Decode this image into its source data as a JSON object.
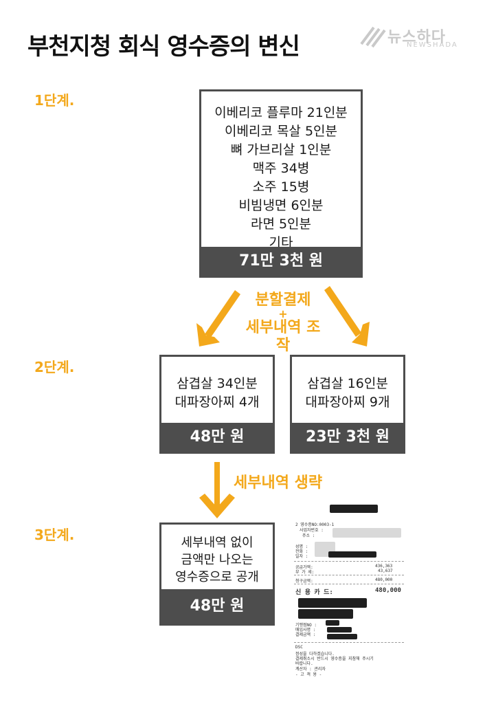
{
  "title": "부천지청 회식 영수증의 변신",
  "logo": {
    "text_ko": "뉴스하다",
    "text_en": "NEWSHADA"
  },
  "steps": [
    "1단계.",
    "2단계.",
    "3단계."
  ],
  "step1": {
    "items": [
      "이베리코 플루마 21인분",
      "이베리코 목살 5인분",
      "뼈 가브리살 1인분",
      "맥주 34병",
      "소주 15병",
      "비빔냉면 6인분",
      "라면 5인분",
      "기타"
    ],
    "total": "71만 3천 원"
  },
  "split_label": {
    "line1": "분할결제",
    "plus": "+",
    "line2": "세부내역 조작"
  },
  "step2": {
    "left": {
      "items": [
        "삼겹살 34인분",
        "대파장아찌 4개"
      ],
      "total": "48만 원"
    },
    "right": {
      "items": [
        "삼겹살 16인분",
        "대파장아찌 9개"
      ],
      "total": "23만 3천 원"
    }
  },
  "omit_label": "세부내역 생략",
  "step3": {
    "items": [
      "세부내역 없이",
      "금액만 나오는",
      "영수증으로 공개"
    ],
    "total": "48만 원"
  },
  "receipt": {
    "header": "2 영수증NO:0003-1",
    "biz_no": "사업자번호 :",
    "addr": "주소 :",
    "name": "성명 :",
    "tel": "전화 :",
    "date": "일자 :",
    "supply_label": "공급가액:",
    "supply_value": "436,363",
    "vat_label": "부 가 세:",
    "vat_value": "43,637",
    "charge_label": "청구금액:",
    "charge_value": "480,000",
    "card_label": "신 용 카 드:",
    "card_value": "480,000",
    "approval_label": "기맹점NO :",
    "buyer_label": "매입사명 :",
    "amount_label": "결제금액 :",
    "dsc": "DSC",
    "thanks": "정성을 다하겠습니다.",
    "notice1": "결제취소시 반드시 영수증을 지참해 주시기",
    "notice2": "바랍니다.",
    "cashier": "계산자 : 관리자",
    "customer": "- 고 객 용 -"
  },
  "colors": {
    "accent": "#f3a81b",
    "box_dark": "#4d4d4d"
  }
}
